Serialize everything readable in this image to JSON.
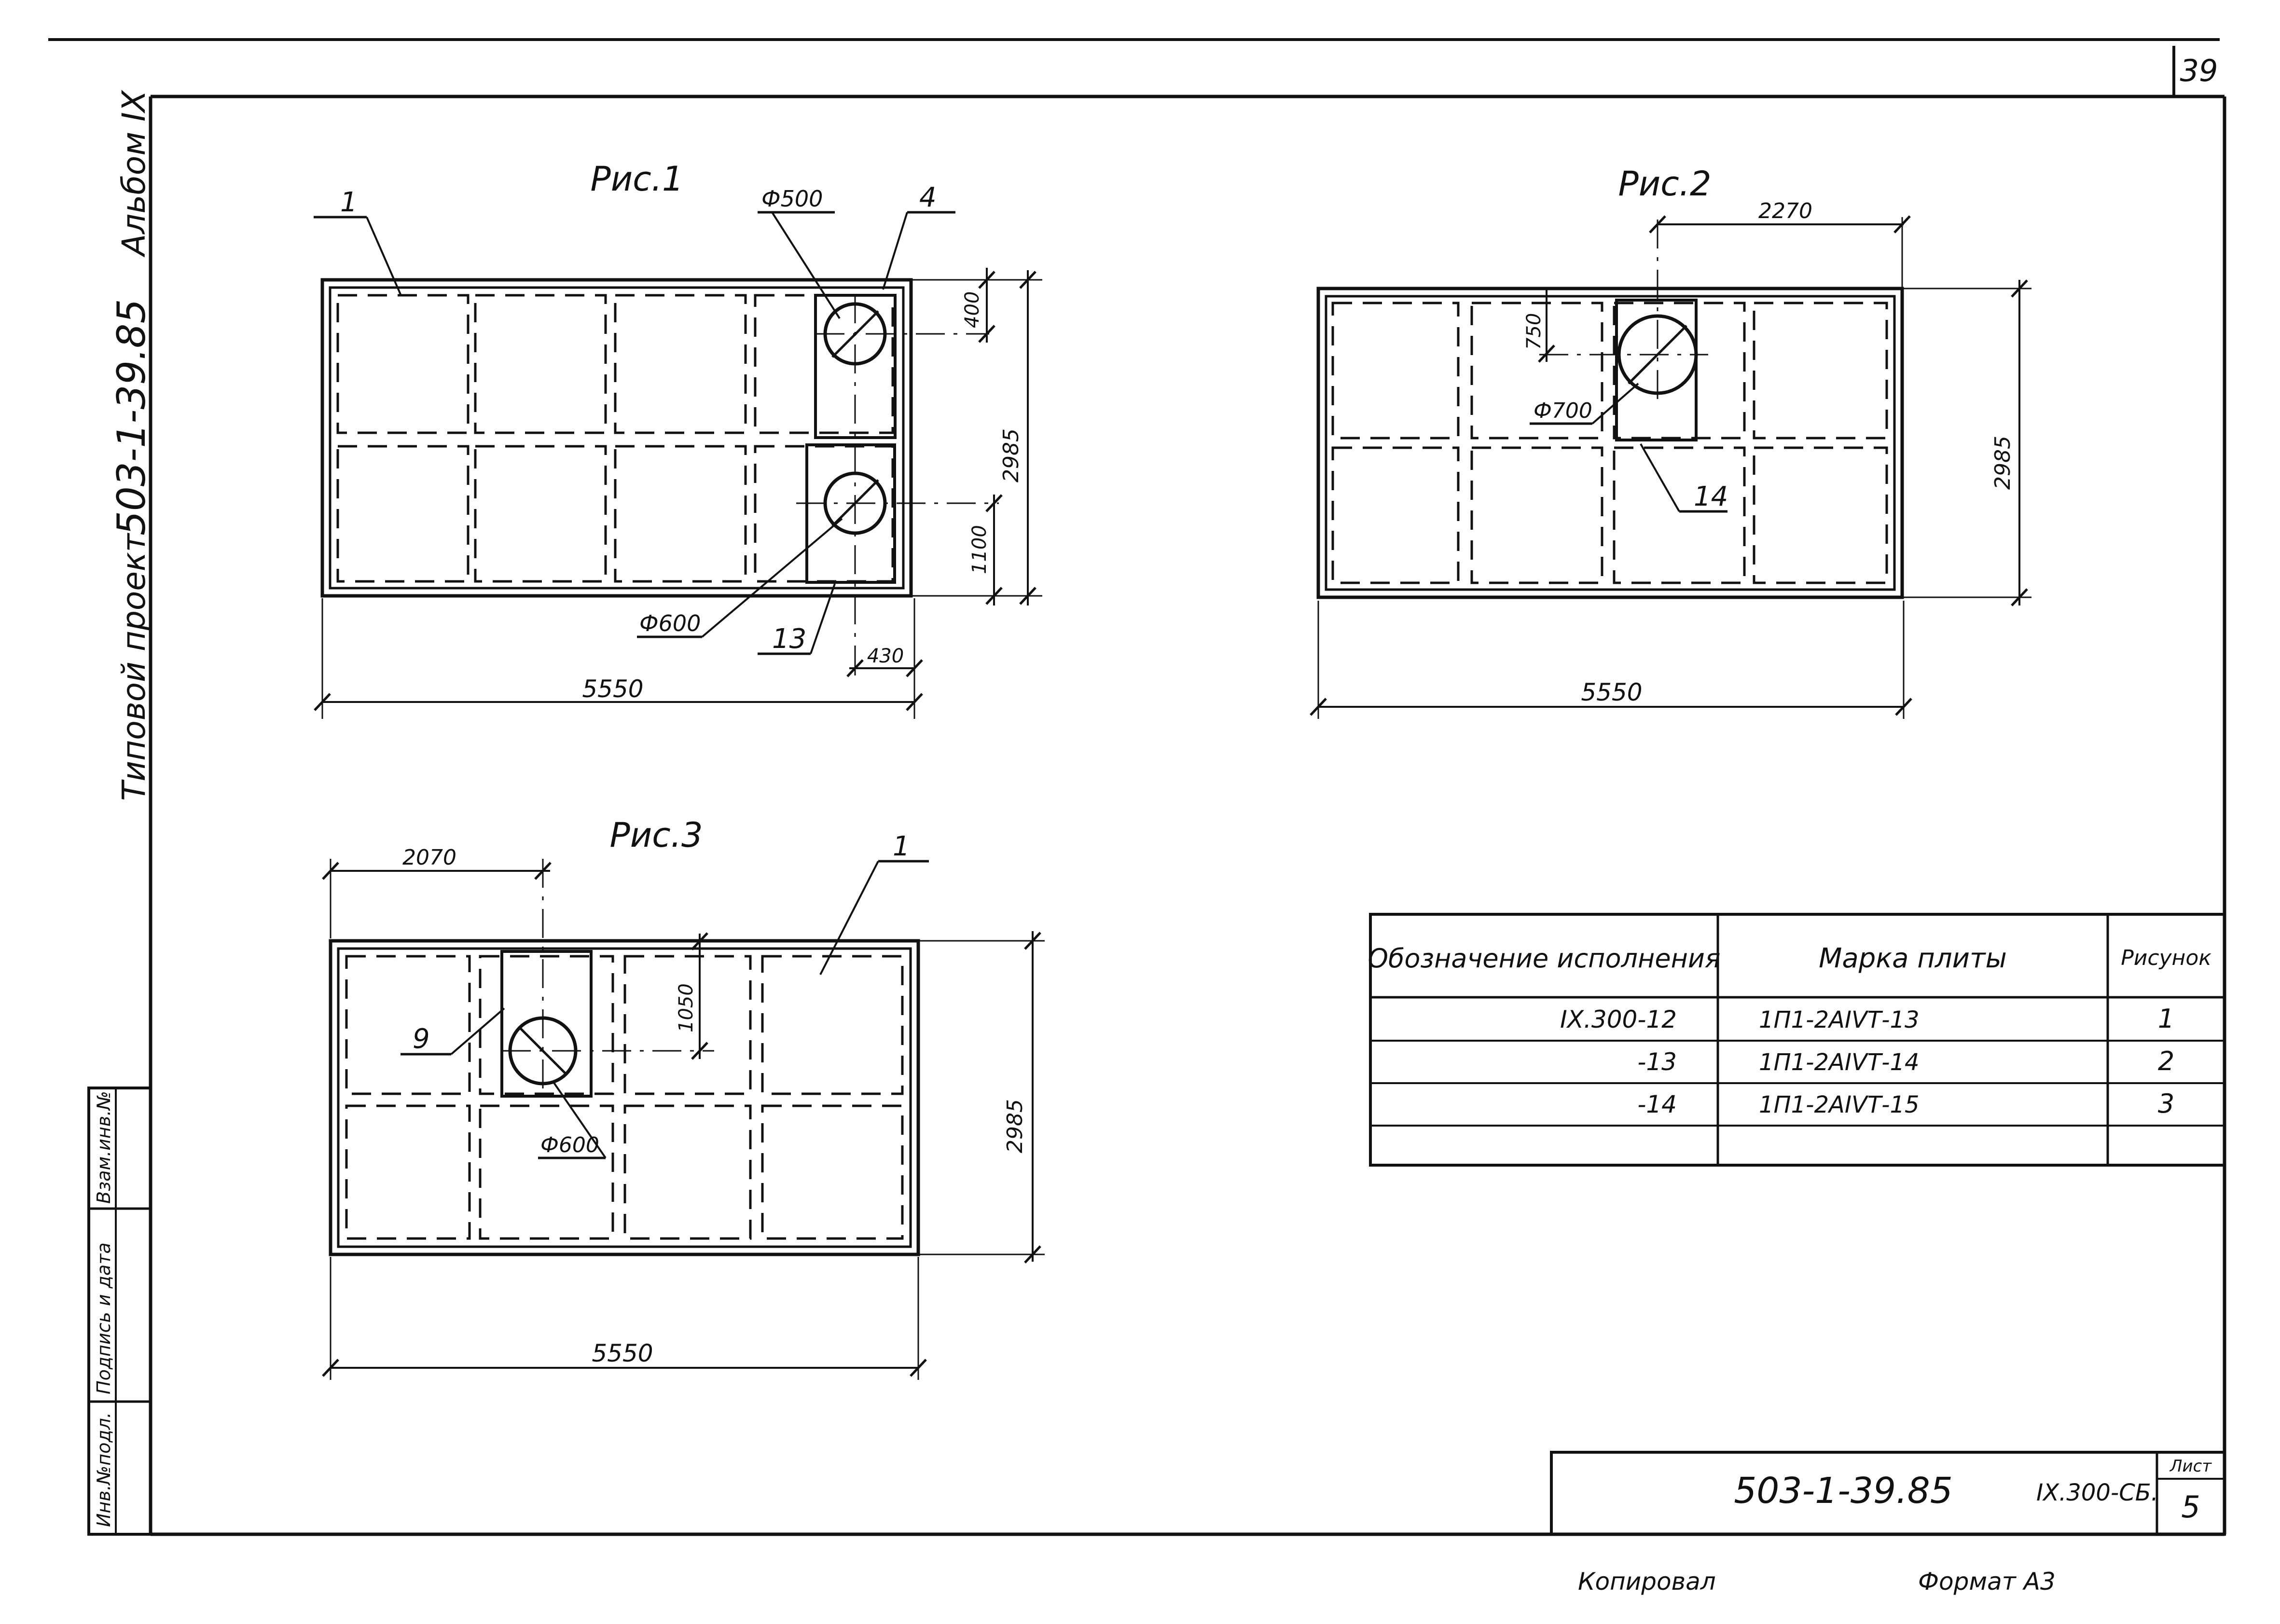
{
  "sheet_number": "39",
  "side_stamp": {
    "project_label": "Типовой проект",
    "project_code": "503-1-39.85",
    "album": "Альбом IX",
    "cells": [
      "Инв.№подл.",
      "Подпись и дата",
      "Взам.инв.№"
    ]
  },
  "fig1": {
    "title": "Рис.1",
    "callouts": {
      "slab": "1",
      "pipe_top": "Ф500",
      "frame_top": "4",
      "pipe_bottom": "Ф600",
      "frame_bottom": "13"
    },
    "dims": {
      "width": "5550",
      "height": "2985",
      "top_offset": "400",
      "bottom_offset": "1100",
      "right_offset": "430"
    }
  },
  "fig2": {
    "title": "Рис.2",
    "callouts": {
      "pipe": "Ф700",
      "frame": "14"
    },
    "dims": {
      "width": "5550",
      "height": "2985",
      "left_offset": "2270",
      "top_offset": "750"
    }
  },
  "fig3": {
    "title": "Рис.3",
    "callouts": {
      "slab": "1",
      "frame": "9",
      "pipe": "Ф600"
    },
    "dims": {
      "width": "5550",
      "height": "2985",
      "left_offset": "2070",
      "top_offset": "1050"
    }
  },
  "spec_table": {
    "headers": [
      "Обозначение исполнения",
      "Марка плиты",
      "Рисунок"
    ],
    "rows": [
      [
        "IX.300-12",
        "1П1-2АIVТ-13",
        "1"
      ],
      [
        "-13",
        "1П1-2АIVТ-14",
        "2"
      ],
      [
        "-14",
        "1П1-2АIVТ-15",
        "3"
      ],
      [
        "",
        "",
        ""
      ]
    ]
  },
  "title_block": {
    "code": "503-1-39.85",
    "doc": "IX.300-СБ.",
    "sheet_label": "Лист",
    "sheet": "5"
  },
  "footer": {
    "copied": "Копировал",
    "format": "Формат А3"
  }
}
